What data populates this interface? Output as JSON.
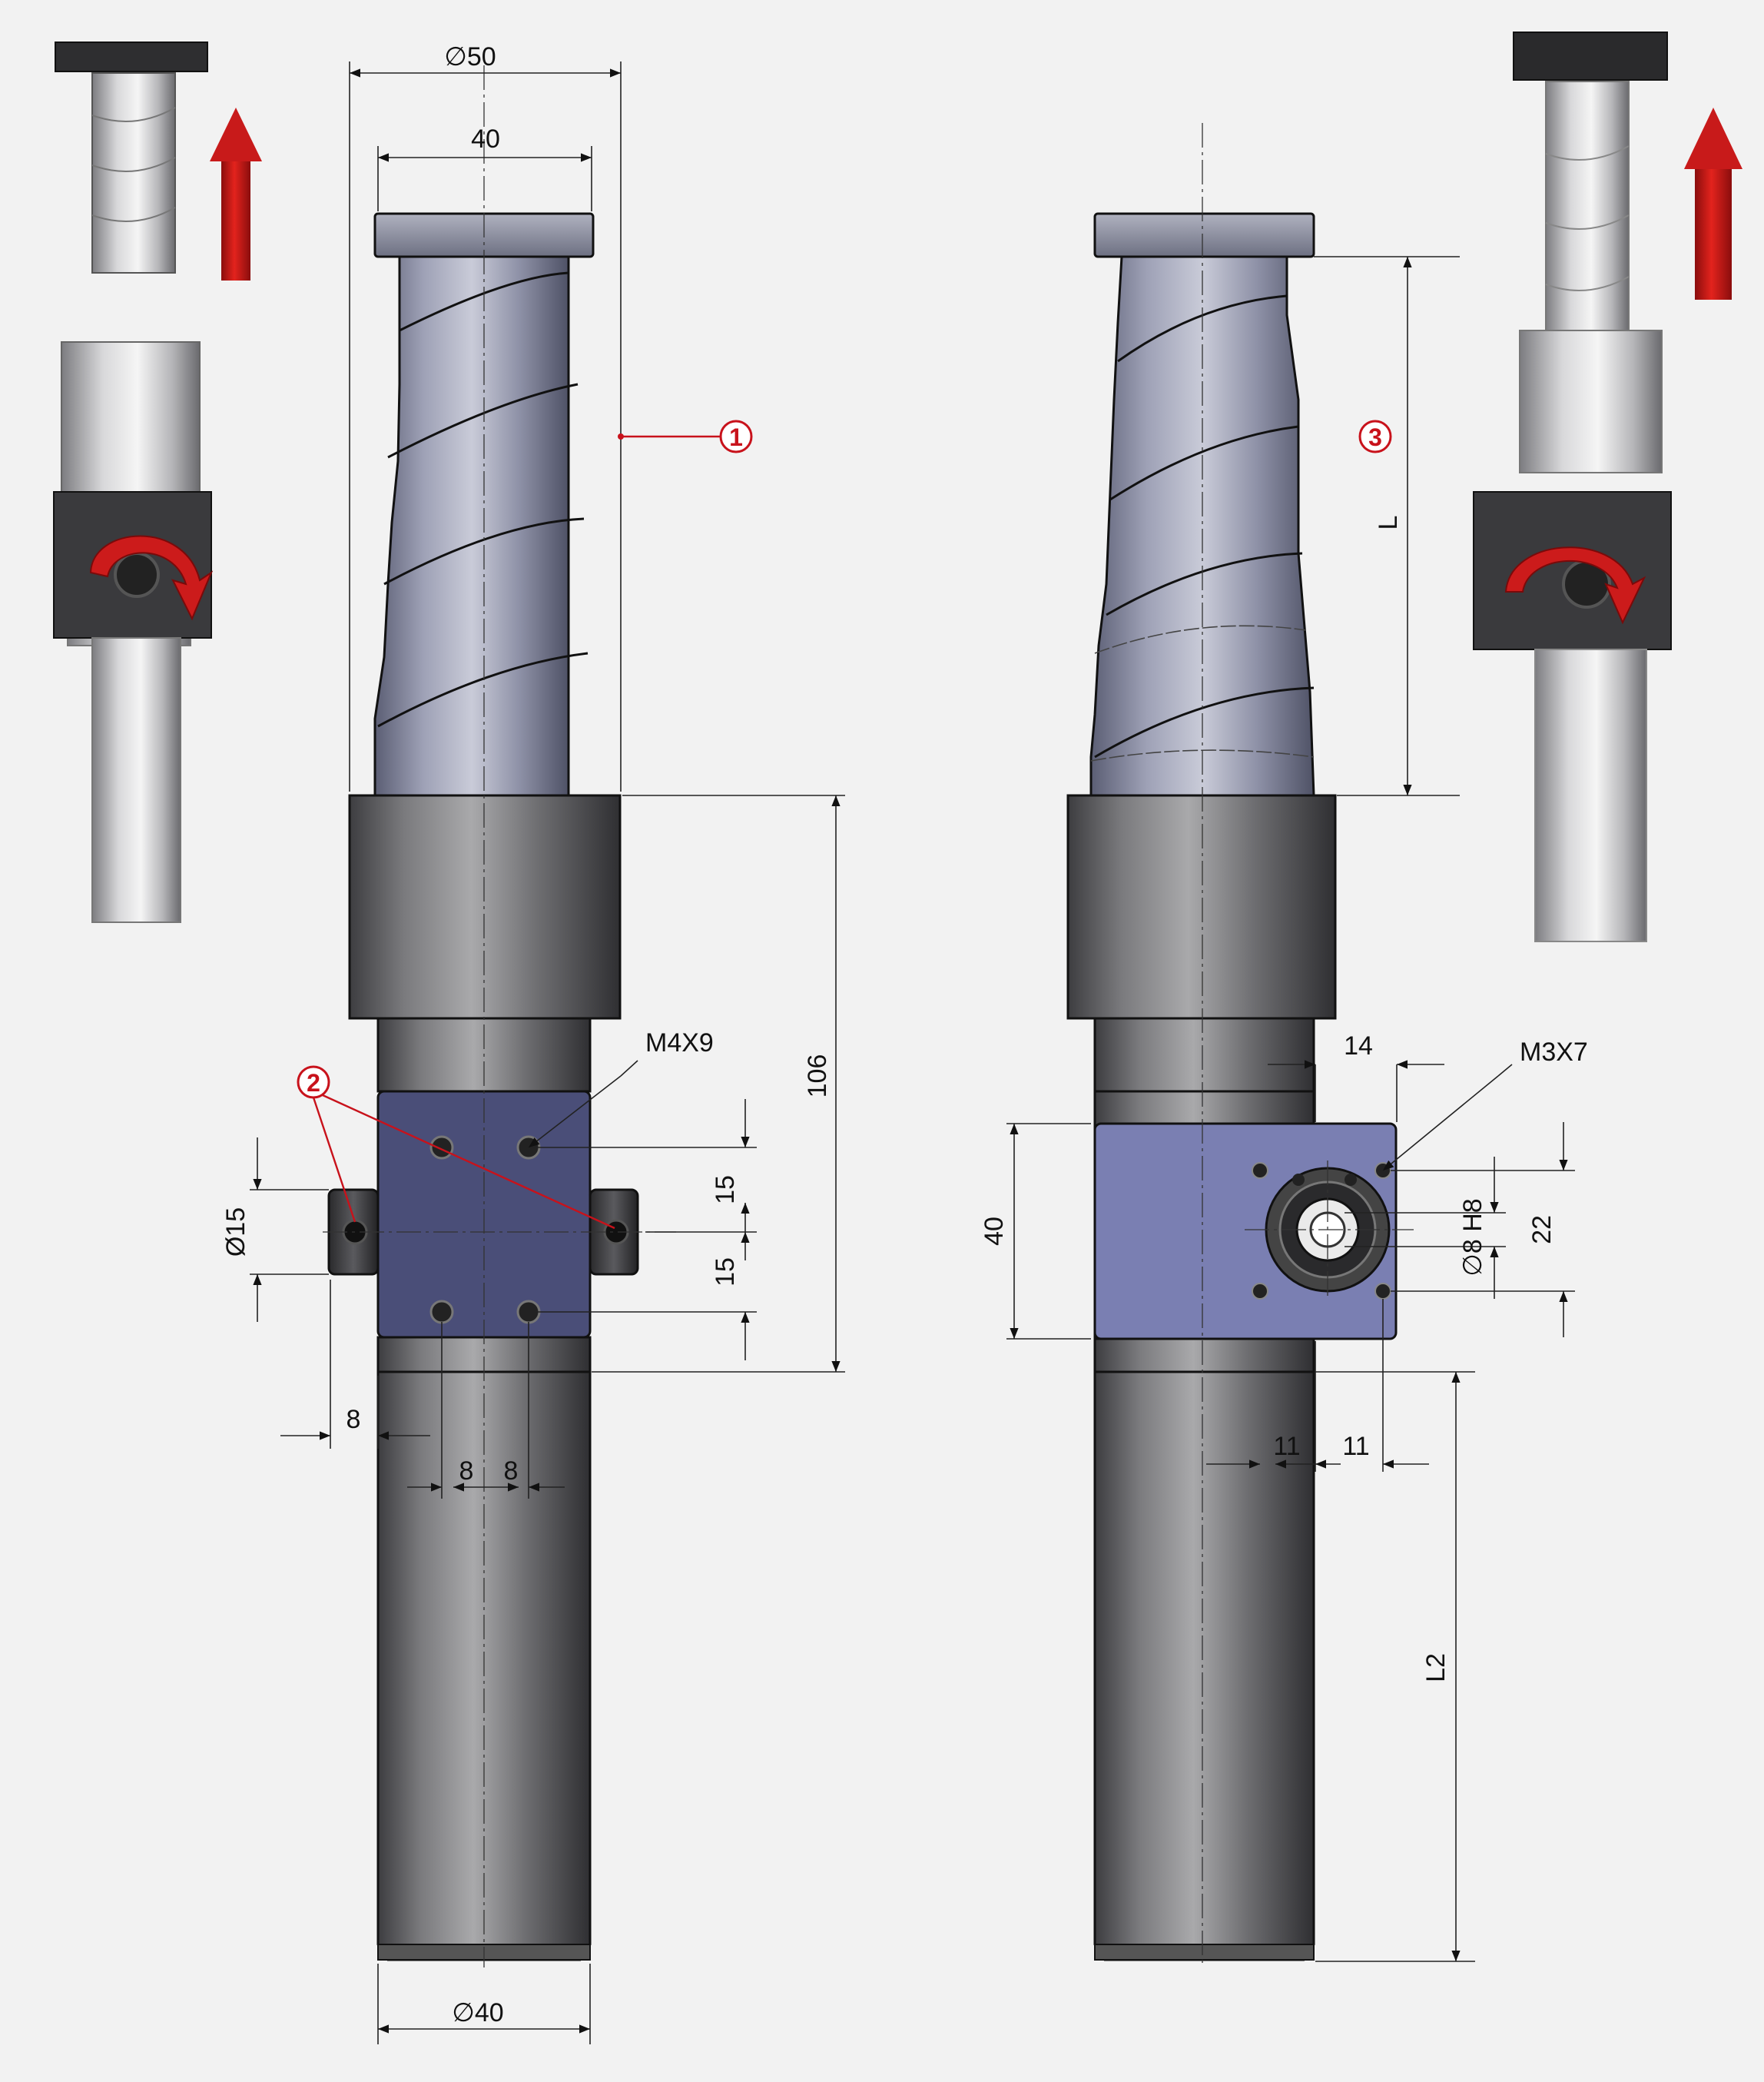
{
  "colors": {
    "background": "#f2f2f2",
    "housing_blue": "#4a4e78",
    "housing_blue_light": "#7a7fb2",
    "callout_red": "#c8121b",
    "arrow_red": "#c01818"
  },
  "icons": {
    "lift_arrow": "up-arrow-icon",
    "rotation_arrow": "rotation-arrow-icon"
  },
  "dimensions": {
    "front_view": {
      "outer_diameter": "∅50",
      "top_width": "40",
      "height_106": "106",
      "hole_spacing_upper": "15",
      "hole_spacing_lower": "15",
      "shaft_diameter": "Ø15",
      "offset_8_left": "8",
      "offset_8_a": "8",
      "offset_8_b": "8",
      "base_diameter": "∅40",
      "thread_label": "M4X9"
    },
    "side_view": {
      "length_L": "L",
      "length_L2": "L2",
      "offset_14": "14",
      "height_40": "40",
      "bore_label": "∅8 H8",
      "height_22": "22",
      "offset_11_left": "11",
      "offset_11_right": "11",
      "thread_label": "M3X7"
    }
  },
  "callouts": {
    "one": "1",
    "two": "2",
    "three": "3"
  }
}
